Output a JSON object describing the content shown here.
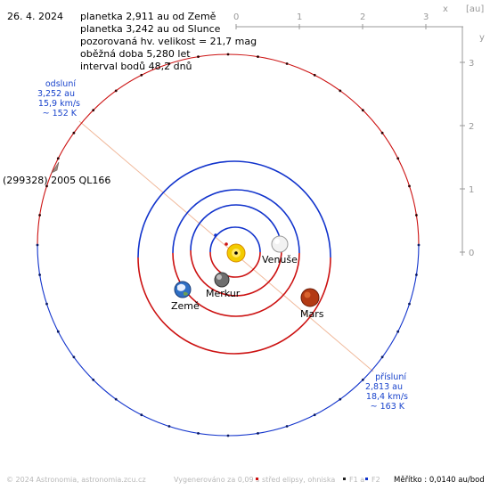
{
  "header": {
    "date": "26. 4. 2024",
    "info_lines": [
      "planetka 2,911 au od Země",
      "planetka 3,242 au od Slunce",
      "pozorovaná hv. velikost = 21,7 mag",
      "oběžná doba 5,280 let",
      "interval bodů 48,2 dnů"
    ]
  },
  "axes": {
    "unit_label": "[au]",
    "top_ticks": [
      "0",
      "1",
      "2",
      "3"
    ],
    "top_axis_name": "x",
    "right_ticks": [
      "3",
      "2",
      "1",
      "0"
    ],
    "right_axis_name": "y"
  },
  "asteroid": {
    "name": "(299328) 2005 QL166",
    "aphelion": {
      "title": "odsluní",
      "distance": "3,252 au",
      "speed": "15,9 km/s",
      "temperature": "~ 152 K"
    },
    "perihelion": {
      "title": "přísluní",
      "distance": "2,813 au",
      "speed": "18,4 km/s",
      "temperature": "~ 163 K"
    }
  },
  "planets": {
    "venus": "Venuše",
    "mercury": "Merkur",
    "earth": "Země",
    "mars": "Mars"
  },
  "footer": {
    "copyright": "© 2024 Astronomia, astronomia.zcu.cz",
    "generated": "Vygenerováno za 0,09 s",
    "legend_center": "střed elipsy, ohniska",
    "legend_f1": "F1 a",
    "legend_f2": "F2",
    "scale": "Měřítko : 0,0140 au/bod"
  },
  "colors": {
    "orbit_red": "#cc1111",
    "orbit_blue": "#1133cc",
    "axis_gray": "#999999",
    "apsides_line": "#f0b89a",
    "label_blue": "#1a44cc",
    "sun": "#f2cc00"
  }
}
